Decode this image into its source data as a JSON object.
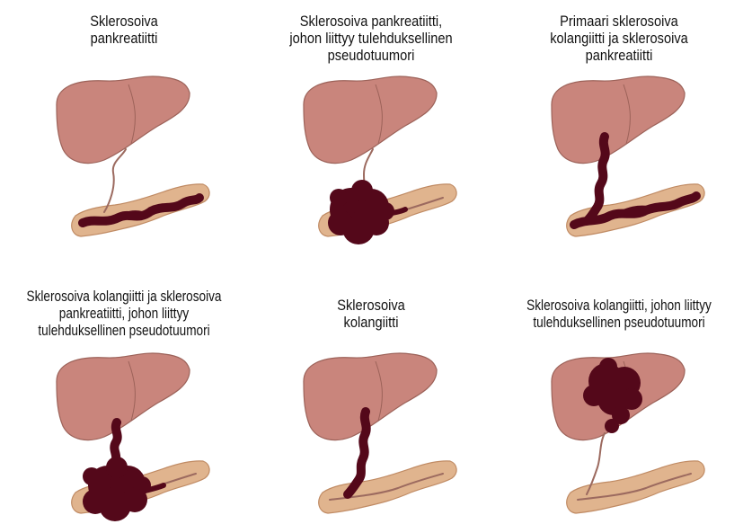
{
  "colors": {
    "liver_fill": "#c9857c",
    "liver_stroke": "#9c6259",
    "pancreas_fill": "#e0b48e",
    "pancreas_stroke": "#c08b64",
    "duct": "#9c6a5f",
    "lesion": "#54081a"
  },
  "panels": [
    {
      "title_lines": [
        "Sklerosoiva",
        "pankreatiitti"
      ],
      "variant": "sclerosing-pancreatitis"
    },
    {
      "title_lines": [
        "Sklerosoiva pankreatiitti,",
        "johon liittyy tulehduksellinen",
        "pseudotuumori"
      ],
      "variant": "pancreatitis-with-pseudotumor"
    },
    {
      "title_lines": [
        "Primaari sklerosoiva",
        "kolangiitti ja sklerosoiva",
        "pankreatiitti"
      ],
      "variant": "cholangitis-and-pancreatitis"
    },
    {
      "title_lines": [
        "Sklerosoiva kolangiitti ja sklerosoiva",
        "pankreatiitti, johon liittyy",
        "tulehduksellinen pseudotuumori"
      ],
      "variant": "cholangitis-pancreatitis-pseudotumor"
    },
    {
      "title_lines": [
        "Sklerosoiva",
        "kolangiitti"
      ],
      "variant": "sclerosing-cholangitis"
    },
    {
      "title_lines": [
        "Sklerosoiva kolangiitti, johon liittyy",
        "tulehduksellinen pseudotuumori"
      ],
      "variant": "cholangitis-with-pseudotumor"
    }
  ]
}
